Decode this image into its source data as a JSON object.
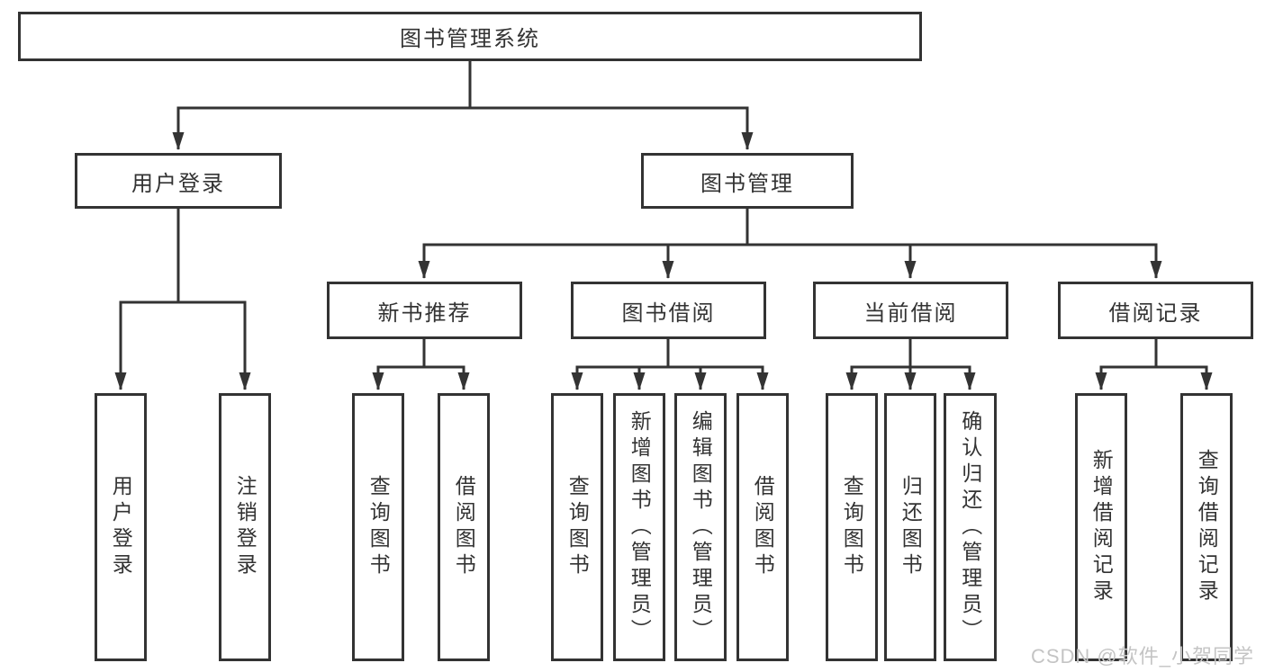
{
  "diagram": {
    "root": {
      "label": "图书管理系统"
    },
    "branches": [
      {
        "label": "用户登录",
        "children": [
          {
            "label": "用户登录"
          },
          {
            "label": "注销登录"
          }
        ]
      },
      {
        "label": "图书管理",
        "children": [
          {
            "label": "新书推荐",
            "children": [
              {
                "label": "查询图书"
              },
              {
                "label": "借阅图书"
              }
            ]
          },
          {
            "label": "图书借阅",
            "children": [
              {
                "label": "查询图书"
              },
              {
                "label": "新增图书（管理员）"
              },
              {
                "label": "编辑图书（管理员）"
              },
              {
                "label": "借阅图书"
              }
            ]
          },
          {
            "label": "当前借阅",
            "children": [
              {
                "label": "查询图书"
              },
              {
                "label": "归还图书"
              },
              {
                "label": "确认归还（管理员）"
              }
            ]
          },
          {
            "label": "借阅记录",
            "children": [
              {
                "label": "新增借阅记录"
              },
              {
                "label": "查询借阅记录"
              }
            ]
          }
        ]
      }
    ]
  },
  "watermark": "CSDN @软件_小贺同学",
  "colors": {
    "line": "#333333",
    "box_border": "#333333",
    "box_fill": "#ffffff",
    "text": "#333333",
    "watermark": "#c4c4c4",
    "background": "#ffffff"
  }
}
